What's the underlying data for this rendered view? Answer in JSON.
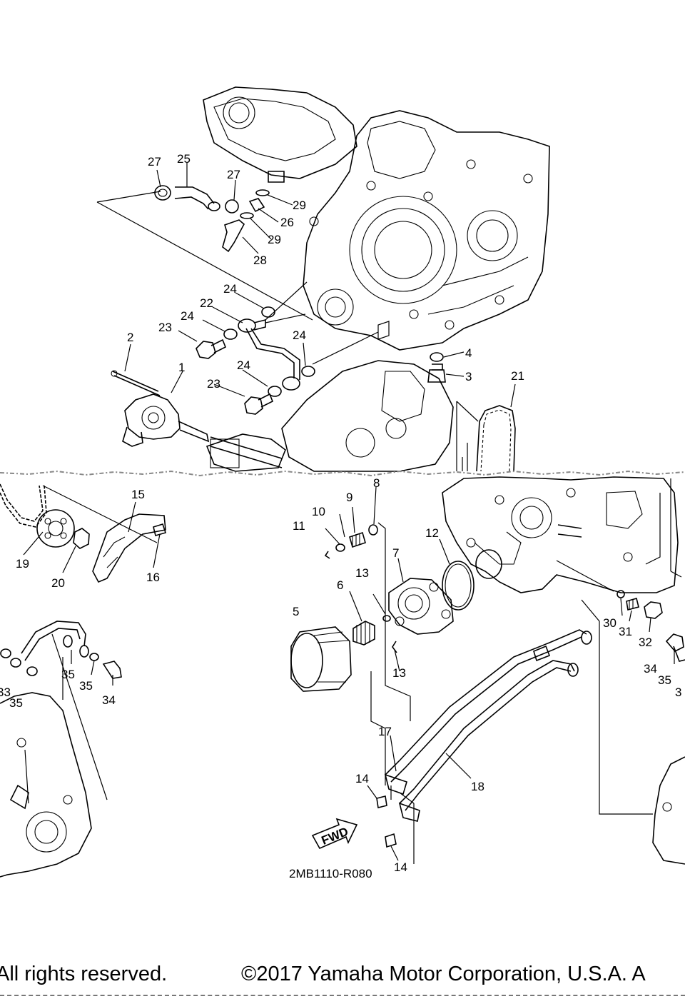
{
  "diagram": {
    "callouts": [
      "1",
      "2",
      "3",
      "4",
      "5",
      "6",
      "7",
      "8",
      "9",
      "10",
      "11",
      "12",
      "13",
      "13",
      "14",
      "14",
      "15",
      "16",
      "17",
      "18",
      "19",
      "20",
      "21",
      "22",
      "23",
      "23",
      "24",
      "24",
      "24",
      "24",
      "25",
      "26",
      "27",
      "27",
      "28",
      "29",
      "29",
      "30",
      "31",
      "32",
      "33",
      "34",
      "34",
      "35",
      "35",
      "35",
      "35",
      "3"
    ],
    "drawing_code": "2MB1110-R080",
    "fwd_label": "FWD"
  },
  "footer": {
    "left_text": "All rights reserved.",
    "right_text": "©2017 Yamaha Motor Corporation, U.S.A. A"
  }
}
